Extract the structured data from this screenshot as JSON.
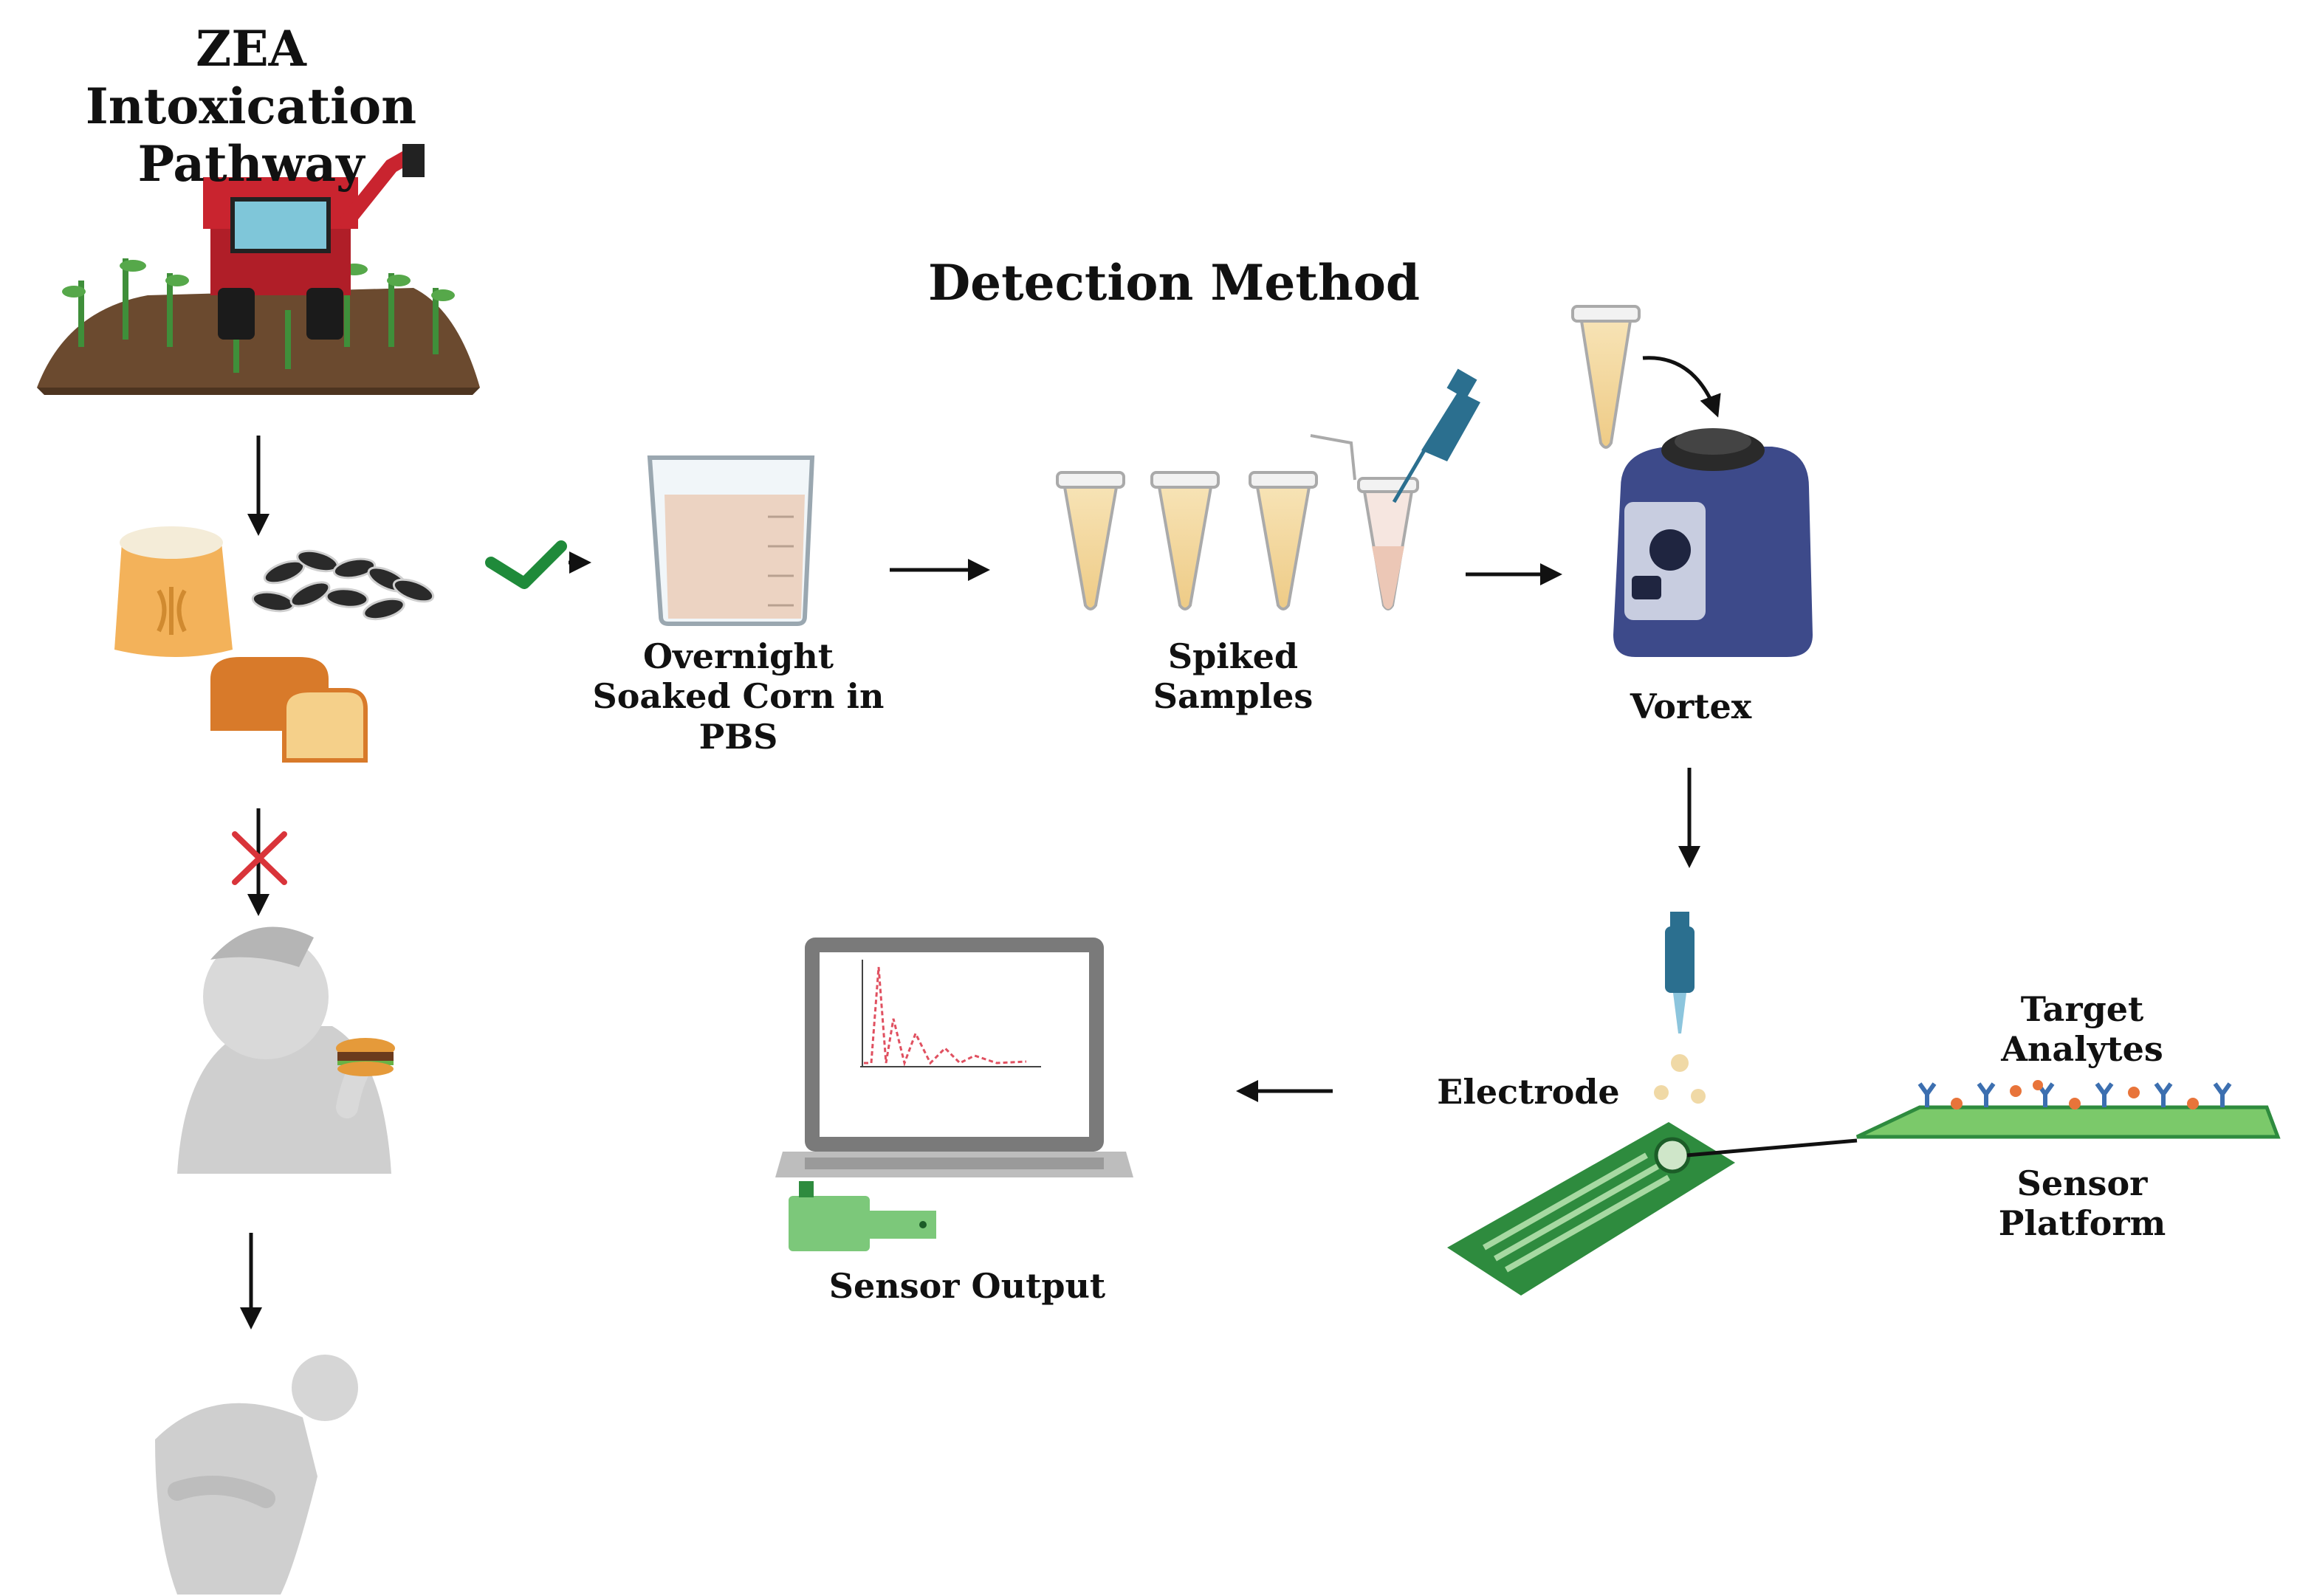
{
  "titles": {
    "pathway": "ZEA Intoxication\nPathway",
    "detection": "Detection Method"
  },
  "labels": {
    "soaked_corn": "Overnight\nSoaked Corn in\nPBS",
    "spiked_samples": "Spiked\nSamples",
    "vortex": "Vortex",
    "electrode": "Electrode",
    "target_analytes": "Target\nAnalytes",
    "sensor_platform": "Sensor\nPlatform",
    "sensor_output": "Sensor Output"
  },
  "colors": {
    "check": "#1f8a3a",
    "cross": "#d9343a",
    "arrow": "#111111",
    "pcb_green": "#2e8b3e",
    "liquid": "#f5dca8",
    "vortex_body": "#3d4a8a",
    "pipette": "#2b6f8f"
  },
  "icons": [
    "tractor-field-icon",
    "grain-sack-icon",
    "sunflower-seeds-icon",
    "bread-icon",
    "person-eating-icon",
    "person-pain-icon",
    "beaker-icon",
    "tube-icon",
    "pipette-icon",
    "vortex-mixer-icon",
    "electrode-icon",
    "sensor-platform-icon",
    "laptop-icon",
    "potentiostat-icon"
  ]
}
